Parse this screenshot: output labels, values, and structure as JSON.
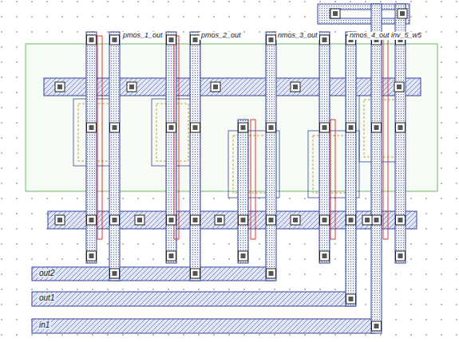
{
  "diagram": {
    "labels": [
      "pmos_1_out",
      "pmos_2_out",
      "nmos_3_out",
      "nmos_4_out",
      "inv_5_w5",
      "out2",
      "out1",
      "in1"
    ]
  }
}
